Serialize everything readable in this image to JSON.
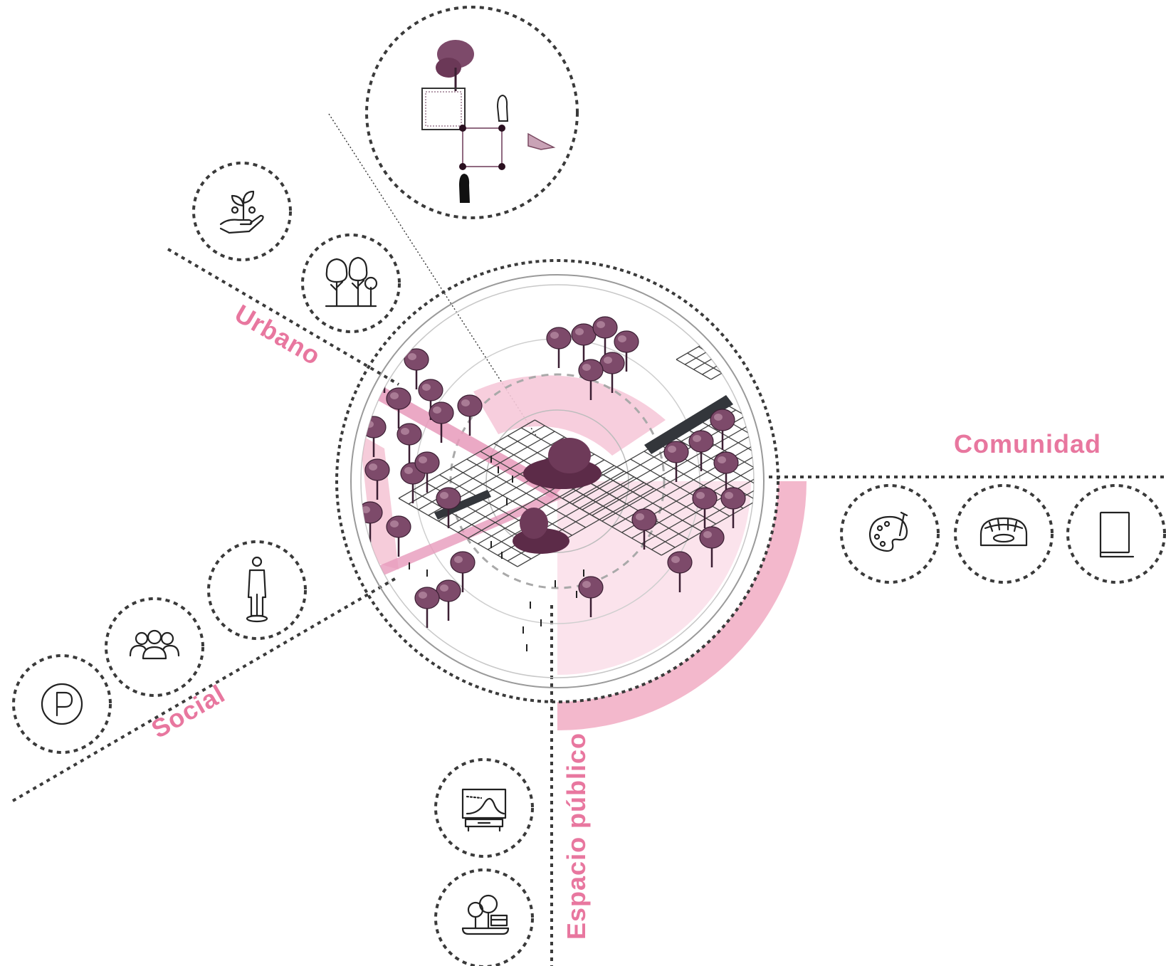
{
  "labels": {
    "urbano": "Urbano",
    "social": "Social",
    "comunidad": "Comunidad",
    "espacio_publico": "Espacio público"
  },
  "colors": {
    "accent_pink": "#e8779f",
    "light_pink": "#f6c9d9",
    "dark_line": "#3a3a3a",
    "tree_purple": "#7d4a6a"
  },
  "icons": {
    "urbano": [
      "plant-in-hand-icon",
      "trees-icon"
    ],
    "social": [
      "person-icon",
      "group-icon",
      "parking-icon"
    ],
    "comunidad": [
      "art-palette-icon",
      "stadium-icon",
      "book-icon"
    ],
    "espacio_publico": [
      "screen-landscape-icon",
      "park-bench-icon"
    ],
    "detail": "street-furniture-detail-icon"
  }
}
